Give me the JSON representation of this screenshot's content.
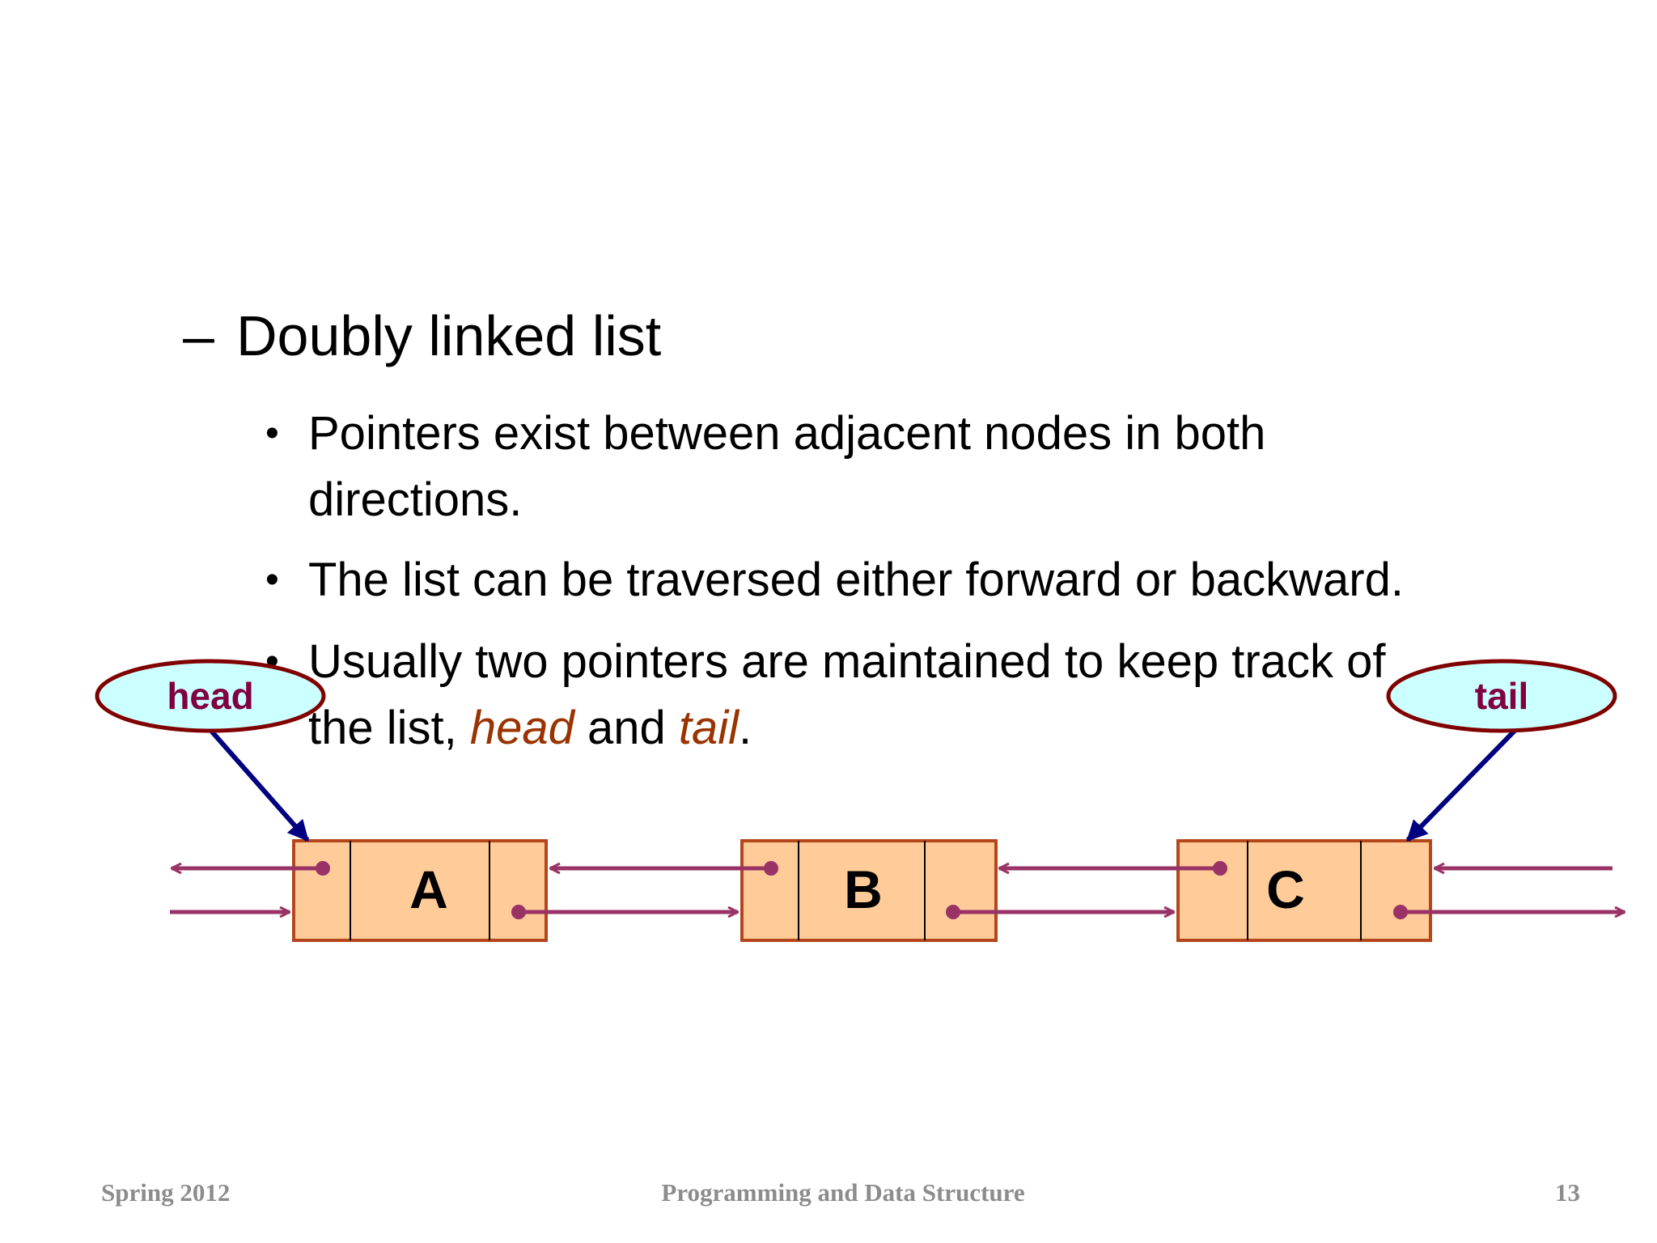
{
  "content": {
    "heading_dash": "–",
    "heading": "Doubly linked list",
    "bullet_symbol": "•",
    "bullets": {
      "b1": {
        "line1": "Pointers exist between adjacent nodes in both",
        "line2": "directions."
      },
      "b2": {
        "line1": "The list can be traversed either forward or backward."
      },
      "b3": {
        "line1": "Usually two pointers are maintained to keep track of",
        "line2_prefix": "the list, ",
        "head_word": "head",
        "connector": " and ",
        "tail_word": "tail",
        "period": "."
      }
    }
  },
  "diagram": {
    "nodes": [
      "A",
      "B",
      "C"
    ],
    "head_label": "head",
    "tail_label": "tail",
    "colors": {
      "node_fill": "#ffcc99",
      "node_border": "#b5461b",
      "pointer": "#993366",
      "label_fill": "#ccffff",
      "label_border": "#800000",
      "label_text": "#800040",
      "head_tail_arrow": "#000080"
    }
  },
  "footer": {
    "left": "Spring 2012",
    "center": "Programming and Data Structure",
    "right": "13"
  }
}
